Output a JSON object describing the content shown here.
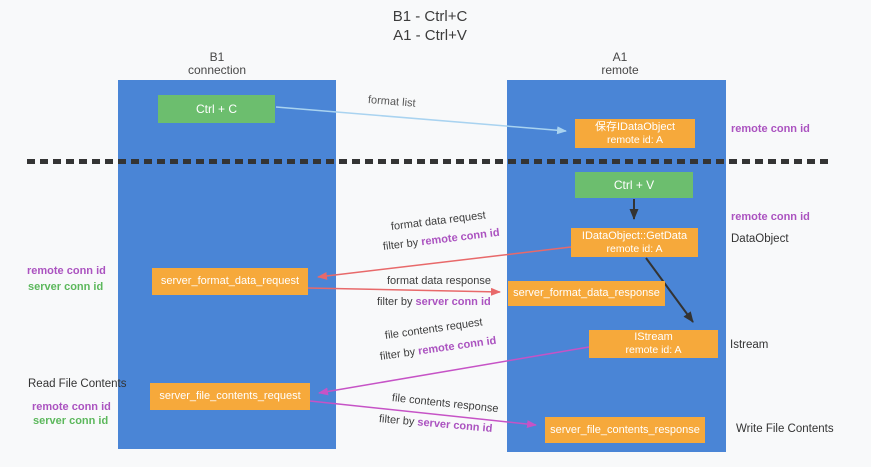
{
  "title": {
    "line1": "B1 - Ctrl+C",
    "line2": "A1 - Ctrl+V"
  },
  "columns": {
    "left": {
      "name": "B1",
      "role": "connection"
    },
    "right": {
      "name": "A1",
      "role": "remote"
    }
  },
  "boxes": {
    "ctrl_c": "Ctrl + C",
    "ctrl_v": "Ctrl + V",
    "save_idataobject": {
      "line1": "保存IDataObject",
      "line2": "remote id: A"
    },
    "getdata": {
      "line1": "IDataObject::GetData",
      "line2": "remote id: A"
    },
    "istream": {
      "line1": "IStream",
      "line2": "remote id: A"
    },
    "server_format_data_request": "server_format_data_request",
    "server_format_data_response": "server_format_data_response",
    "server_file_contents_request": "server_file_contents_request",
    "server_file_contents_response": "server_file_contents_response"
  },
  "arrow_labels": {
    "format_list": "format list",
    "format_data_request": "format data request",
    "format_data_response": "format data response",
    "file_contents_request": "file contents request",
    "file_contents_response": "file contents response",
    "filter_by": "filter by",
    "remote_conn_id": "remote conn id",
    "server_conn_id": "server conn id"
  },
  "side_labels": {
    "remote_conn_id": "remote conn id",
    "server_conn_id": "server conn id",
    "dataobject": "DataObject",
    "istream": "Istream",
    "read_file_contents": "Read File Contents",
    "write_file_contents": "Write File Contents"
  },
  "colors": {
    "column_blue": "#4a85d6",
    "box_green": "#6cbe6e",
    "box_orange": "#f6a93b",
    "purple_text": "#ab53c0",
    "green_text": "#5cb85c",
    "arrow_red": "#e8696a",
    "arrow_magenta": "#c653c6",
    "arrow_lightblue": "#a9d3f0",
    "arrow_black": "#333333",
    "background": "#f8f9fa"
  }
}
